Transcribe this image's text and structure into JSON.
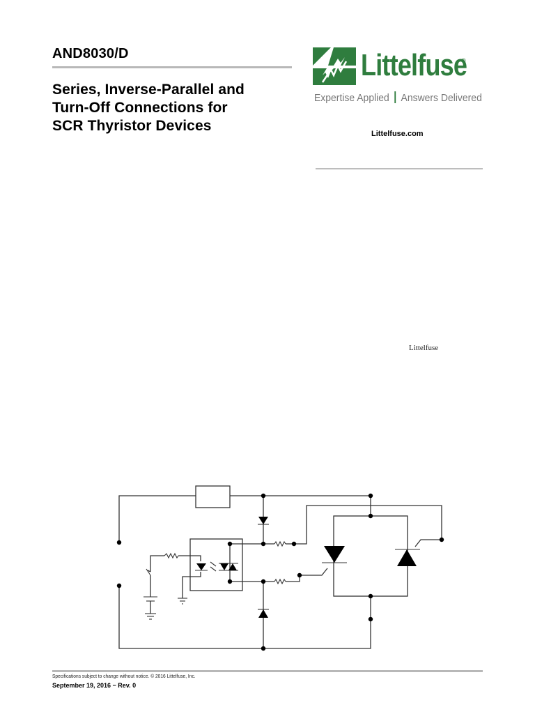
{
  "header": {
    "doc_number": "AND8030/D",
    "title_lines": [
      "Series, Inverse-Parallel and",
      "Turn-Off Connections for",
      "SCR Thyristor Devices"
    ]
  },
  "brand": {
    "name": "Littelfuse",
    "registered_mark": "®",
    "tagline_left": "Expertise Applied",
    "tagline_right": "Answers Delivered",
    "website": "Littelfuse.com",
    "color": "#2f7d3e",
    "tagline_color": "#777777"
  },
  "body": {
    "serif_brand_text": "Littelfuse"
  },
  "figure": {
    "type": "circuit-schematic",
    "components": [
      "load",
      "ac-source-terminals",
      "switch",
      "battery",
      "optocoupler-triac",
      "ground",
      "resistor",
      "resistor",
      "resistor",
      "diode",
      "diode",
      "scr",
      "scr"
    ]
  },
  "footer": {
    "notice": "Specifications subject to change without notice.  © 2016 Littelfuse, Inc.",
    "date_rev": "September 19, 2016 − Rev. 0"
  }
}
